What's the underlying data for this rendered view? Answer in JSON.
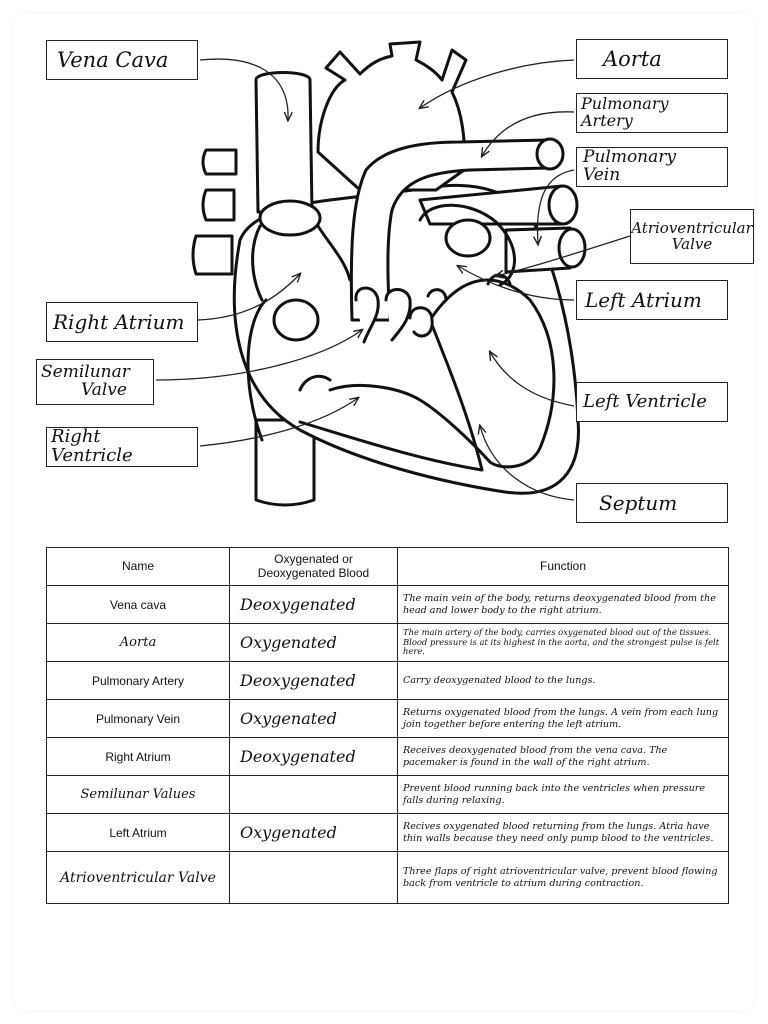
{
  "labels": {
    "vena_cava": "Vena Cava",
    "aorta": "Aorta",
    "pulmonary_artery": "Pulmonary Artery",
    "pulmonary_vein": "Pulmonary Vein",
    "av_valve_line1": "Atrioventricular",
    "av_valve_line2": "Valve",
    "right_atrium": "Right Atrium",
    "left_atrium": "Left Atrium",
    "semilunar_line1": "Semilunar",
    "semilunar_line2": "Valve",
    "left_ventricle": "Left Ventricle",
    "right_ventricle": "Right Ventricle",
    "septum": "Septum"
  },
  "table": {
    "headers": {
      "name": "Name",
      "blood": "Oxygenated or Deoxygenated Blood",
      "function": "Function"
    },
    "rows": [
      {
        "name": "Vena cava",
        "blood": "Deoxygenated",
        "function": "The main vein of the body, returns deoxygenated blood from the head and lower body to the right atrium."
      },
      {
        "name": "Aorta",
        "blood": "Oxygenated",
        "function": "The main artery of the body, carries oxygenated blood out of the tissues. Blood pressure is at its highest in the aorta, and the strongest pulse is felt here."
      },
      {
        "name": "Pulmonary Artery",
        "blood": "Deoxygenated",
        "function": "Carry deoxygenated blood to the lungs."
      },
      {
        "name": "Pulmonary Vein",
        "blood": "Oxygenated",
        "function": "Returns oxygenated blood from the lungs. A vein from each lung join together before entering the left atrium."
      },
      {
        "name": "Right Atrium",
        "blood": "Deoxygenated",
        "function": "Receives deoxygenated blood from the vena cava. The pacemaker is found in the wall of the right atrium."
      },
      {
        "name": "Semilunar Values",
        "blood": "",
        "function": "Prevent blood running back into the ventricles when pressure falls during relaxing."
      },
      {
        "name": "Left Atrium",
        "blood": "Oxygenated",
        "function": "Recives oxygenated blood returning from the lungs. Atria have thin walls because they need only pump blood to the ventricles."
      },
      {
        "name": "Atrioventricular Valve",
        "blood": "",
        "function": "Three flaps of right atrioventricular valve, prevent blood flowing back from ventricle to atrium during contraction."
      }
    ]
  }
}
